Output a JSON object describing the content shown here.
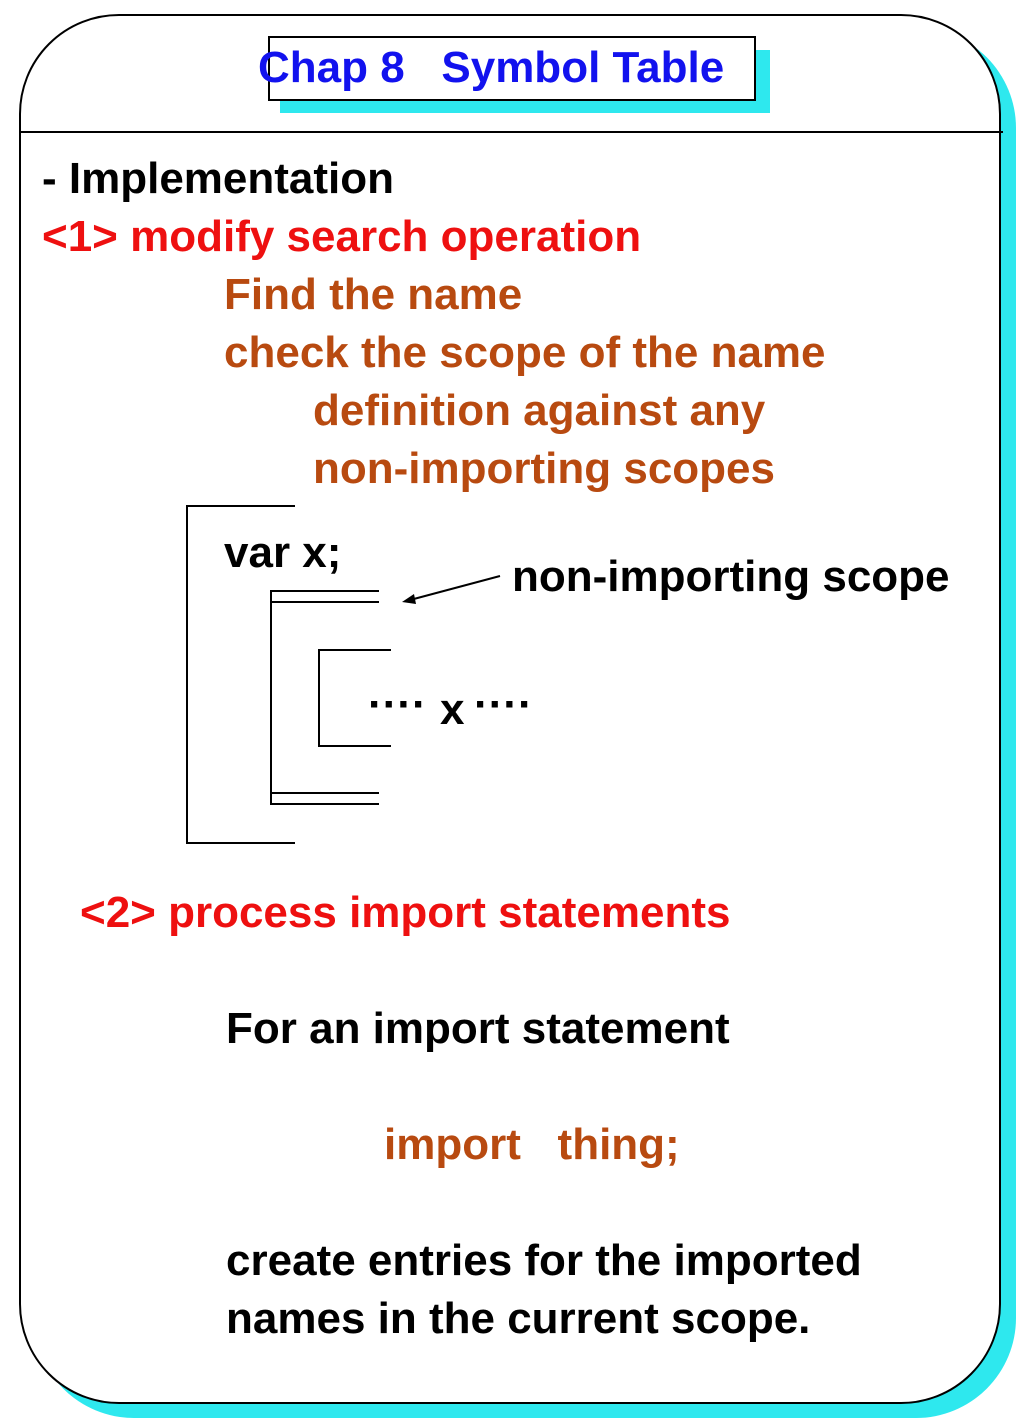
{
  "slide": {
    "title": "Chap 8   Symbol Table",
    "heading": "- Implementation",
    "item1": {
      "label": "<1> modify search operation",
      "lines": [
        "Find the name",
        "check the scope of the name",
        "definition against any",
        "non-importing scopes"
      ]
    },
    "diagram": {
      "declaration": "var x;",
      "annotation": "non-importing scope",
      "usage_left": "····",
      "usage_var": "x",
      "usage_right": "····"
    },
    "item2": {
      "label": "<2> process import statements",
      "intro": "For an import statement",
      "code": "import   thing;",
      "desc_line1": "create entries for the imported",
      "desc_line2": "names in the current scope."
    }
  },
  "colors": {
    "title": "#1212ee",
    "accent_red": "#ee1010",
    "accent_brown": "#b84a10",
    "shadow": "#2ee8ee"
  }
}
